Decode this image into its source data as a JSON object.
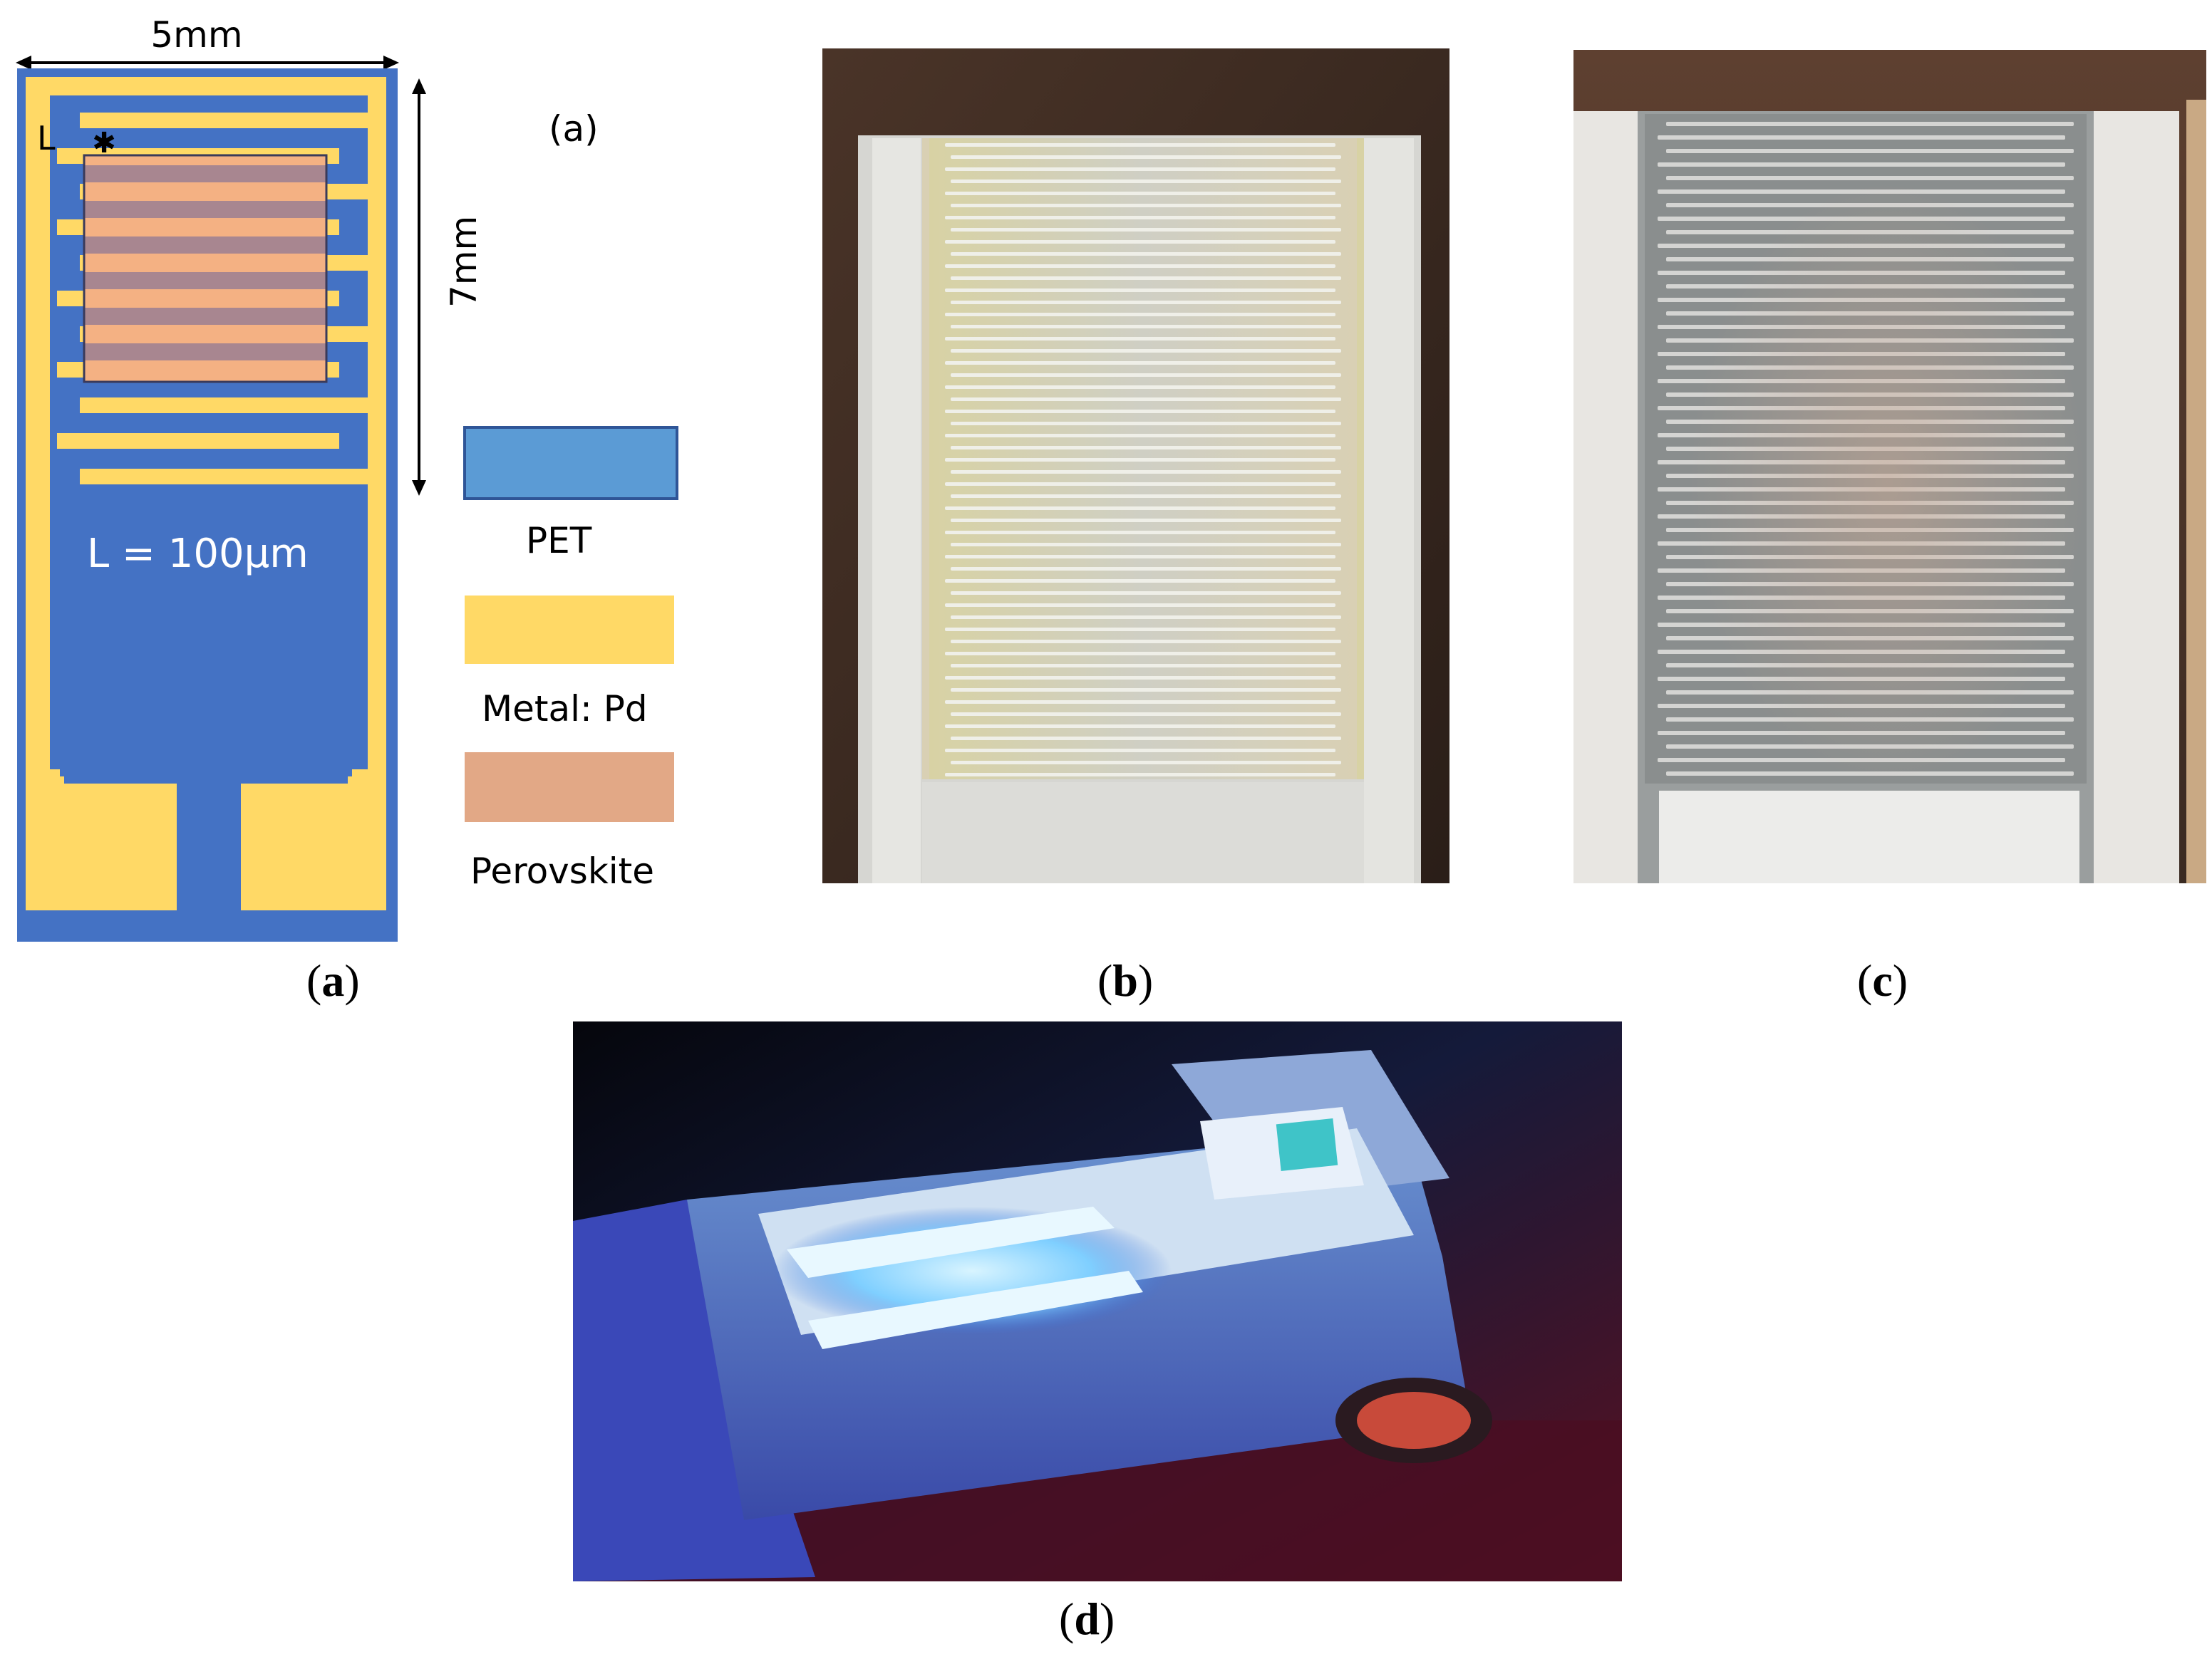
{
  "panel_a": {
    "width_label": "5mm",
    "height_label": "7mm",
    "l_marker": "L",
    "l_value": "L = 100μm",
    "inner_tag": "(a)",
    "legend": [
      {
        "label": "PET",
        "color": "#5b9bd5"
      },
      {
        "label": "Metal: Pd",
        "color": "#ffd966"
      },
      {
        "label": "Perovskite",
        "color": "#e2a886"
      }
    ],
    "colors": {
      "substrate": "#4472c4",
      "metal": "#ffd966",
      "perovskite": "#e2a886"
    }
  },
  "captions": {
    "a": "a",
    "b": "b",
    "c": "c",
    "d": "d"
  }
}
